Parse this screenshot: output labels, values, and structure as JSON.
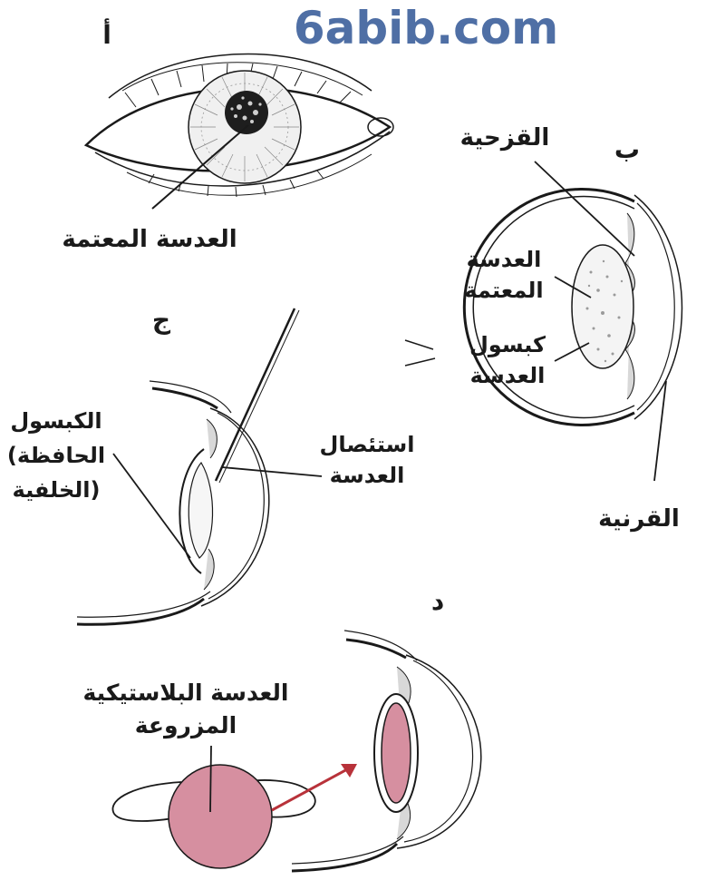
{
  "watermark": {
    "text": "6abib.com",
    "color": "#4f6fa5"
  },
  "colors": {
    "ink": "#1a1a1a",
    "implant": "#d68fa0",
    "arrow": "#b8323a"
  },
  "panels": {
    "a": {
      "letter": "أ",
      "opaque_lens": "العدسة المعتمة"
    },
    "b": {
      "letter": "ب",
      "iris": "القزحية",
      "opaque_lens_line1": "العدسة",
      "opaque_lens_line2": "المعتمة",
      "capsule_line1": "كبسول",
      "capsule_line2": "العدسة",
      "cornea": "القرنية"
    },
    "c": {
      "letter": "ج",
      "capsule_line1": "الكبسول",
      "capsule_line2": "(الحافظة",
      "capsule_line3": "الخلفية)",
      "extraction_line1": "استئصال",
      "extraction_line2": "العدسة"
    },
    "d": {
      "letter": "د",
      "implant_line1": "العدسة البلاستيكية",
      "implant_line2": "المزروعة"
    }
  }
}
